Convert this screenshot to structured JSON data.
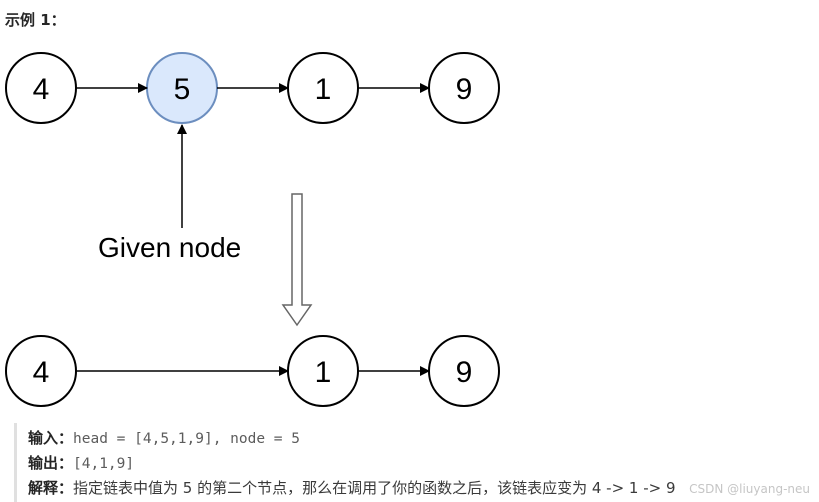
{
  "title": "示例 1：",
  "diagram": {
    "top_list": [
      "4",
      "5",
      "1",
      "9"
    ],
    "highlighted_index": 1,
    "annotation": "Given node",
    "bottom_list": [
      "4",
      "1",
      "9"
    ],
    "colors": {
      "node_stroke": "#000000",
      "highlight_fill": "#dae8fc",
      "highlight_stroke": "#6c8ebf",
      "down_arrow_stroke": "#666666"
    }
  },
  "example": {
    "input_label": "输入：",
    "input_value": "head = [4,5,1,9], node = 5",
    "output_label": "输出：",
    "output_value": "[4,1,9]",
    "explanation_label": "解释：",
    "explanation_text": "指定链表中值为  5  的第二个节点，那么在调用了你的函数之后，该链表应变为 4 -> 1 -> 9"
  },
  "watermark": "CSDN @liuyang-neu"
}
